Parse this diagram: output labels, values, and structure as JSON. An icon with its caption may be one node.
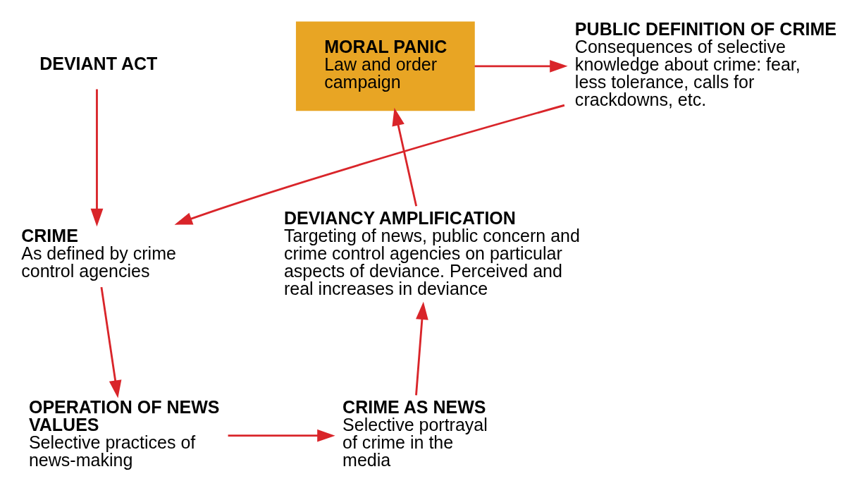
{
  "diagram": {
    "nodes": [
      {
        "text": [
          "MORAL PANIC",
          "Law and order campaign"
        ]
      },
      {
        "text": [
          "PUBLIC DEFINITION OF CRIME",
          "Consequences of selective knowledge about crime: fear, less tolerance, calls for crackdowns, etc."
        ]
      },
      {
        "text": [
          "DEVIANT ACT"
        ]
      },
      {
        "text": [
          "CRIME",
          "As defined by crime control agencies"
        ]
      },
      {
        "text": [
          "OPERATION OF NEWS VALUES",
          "Selective practices of news-making"
        ]
      },
      {
        "text": [
          "CRIME AS NEWS",
          "Selective portrayal of crime in the media"
        ]
      },
      {
        "text": [
          "DEVIANCY AMPLIFICATION",
          "Targeting of news, public concern and crime control agencies on particular aspects of deviance. Perceived and real increases in deviance"
        ]
      }
    ],
    "edges": [
      {
        "from": 0,
        "to": 1,
        "arrow": "to"
      },
      {
        "from": 1,
        "to": 3,
        "arrow": "to"
      },
      {
        "from": 2,
        "to": 3,
        "arrow": "to"
      },
      {
        "from": 3,
        "to": 4,
        "arrow": "to"
      },
      {
        "from": 4,
        "to": 5,
        "arrow": "to"
      },
      {
        "from": 5,
        "to": 6,
        "arrow": "to"
      },
      {
        "from": 6,
        "to": 0,
        "arrow": "to"
      }
    ]
  }
}
